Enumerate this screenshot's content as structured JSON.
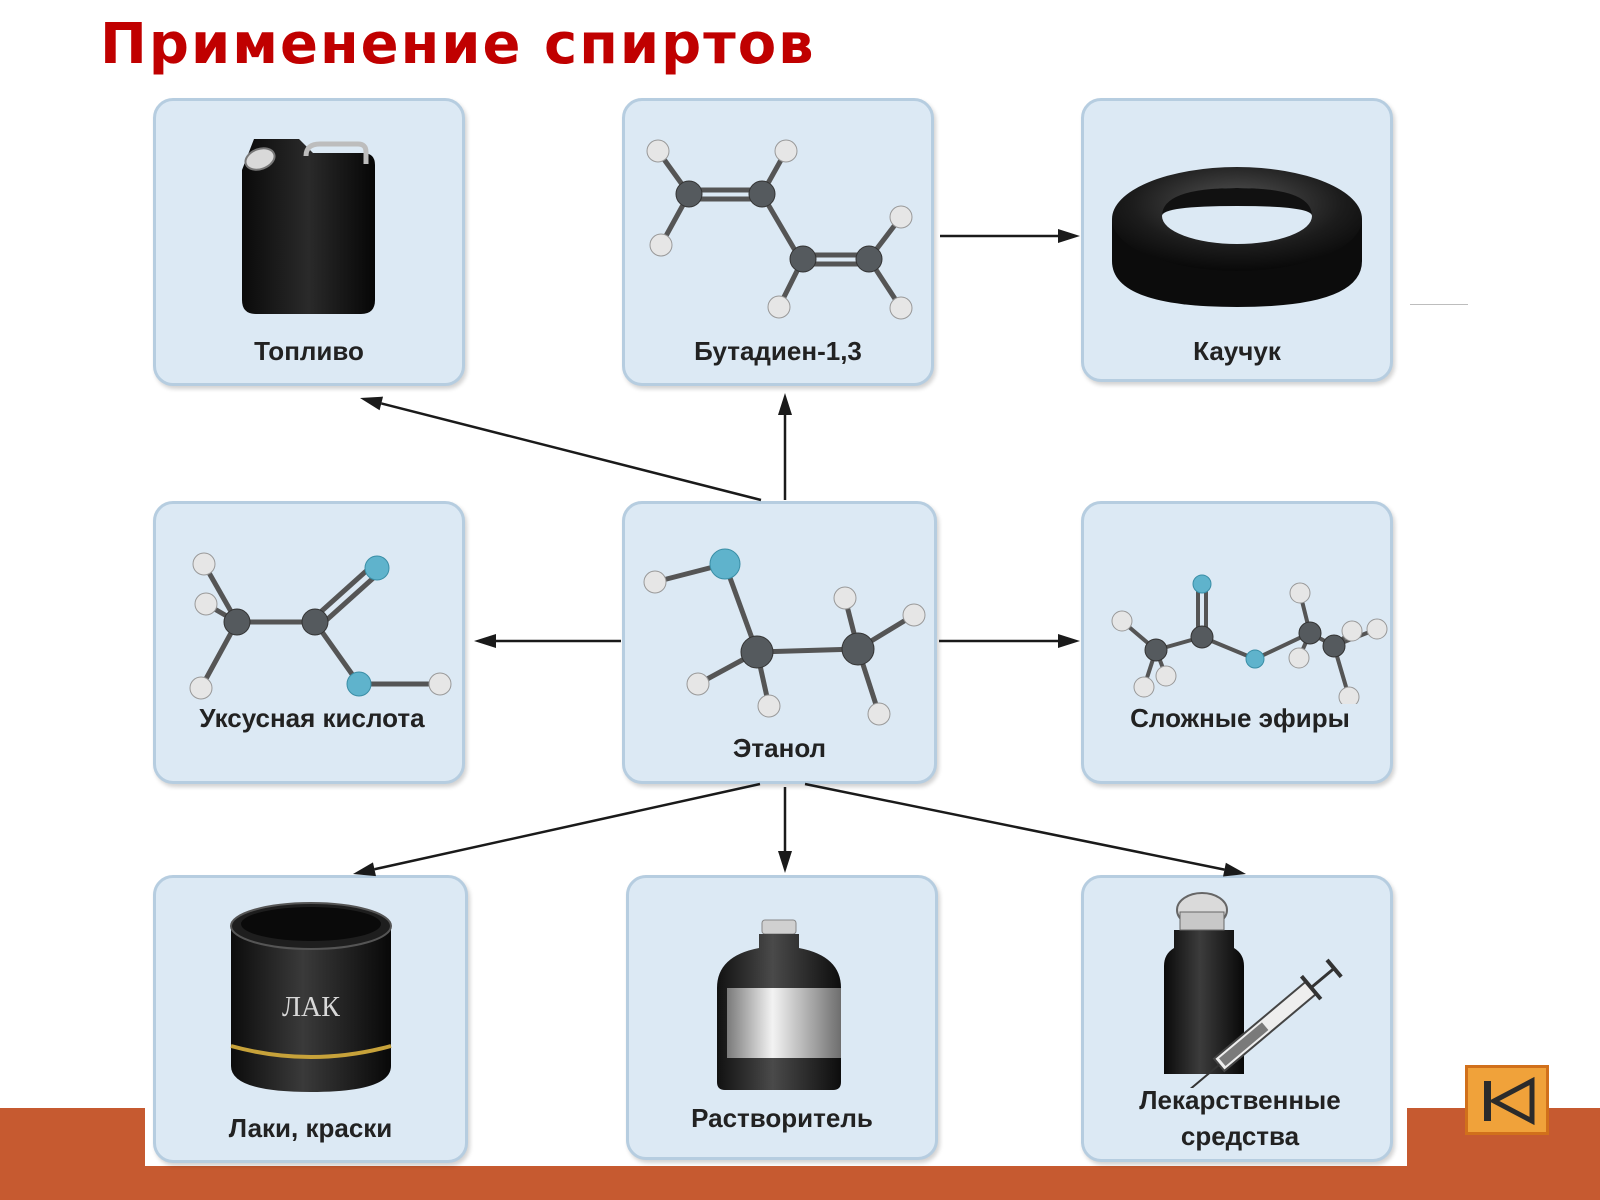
{
  "title": "Применение спиртов",
  "colors": {
    "title": "#c00000",
    "card_fill": "#dce9f4",
    "card_border": "#b6cde0",
    "band": "#c65a30",
    "button_fill": "#f0a23a",
    "button_border": "#d1701b",
    "arrow": "#1a1a1a",
    "atom_carbon": "#555a5e",
    "atom_hydrogen": "#e6e6e6",
    "atom_oxygen": "#5fb3cc"
  },
  "nodes": {
    "fuel": {
      "label": "Топливо",
      "icon": "jerrycan-icon"
    },
    "butadiene": {
      "label": "Бутадиен-1,3",
      "icon": "butadiene-molecule-icon"
    },
    "rubber": {
      "label": "Каучук",
      "icon": "tire-icon"
    },
    "acetic": {
      "label": "Уксусная кислота",
      "icon": "acetic-acid-molecule-icon"
    },
    "ethanol": {
      "label": "Этанол",
      "icon": "ethanol-molecule-icon"
    },
    "esters": {
      "label": "Сложные эфиры",
      "icon": "ester-molecule-icon"
    },
    "lacquers": {
      "label": "Лаки, краски",
      "icon": "lacquer-can-icon",
      "can_text": "ЛАК"
    },
    "solvent": {
      "label": "Растворитель",
      "icon": "solvent-bottle-icon"
    },
    "medicine": {
      "label": "Лекарственные средства",
      "icon": "vial-syringe-icon"
    }
  },
  "edges": [
    {
      "from": "ethanol",
      "to": "fuel"
    },
    {
      "from": "ethanol",
      "to": "butadiene"
    },
    {
      "from": "butadiene",
      "to": "rubber"
    },
    {
      "from": "ethanol",
      "to": "acetic"
    },
    {
      "from": "ethanol",
      "to": "esters"
    },
    {
      "from": "ethanol",
      "to": "lacquers"
    },
    {
      "from": "ethanol",
      "to": "solvent"
    },
    {
      "from": "ethanol",
      "to": "medicine"
    }
  ],
  "navigation": {
    "icon": "skip-back-icon"
  }
}
